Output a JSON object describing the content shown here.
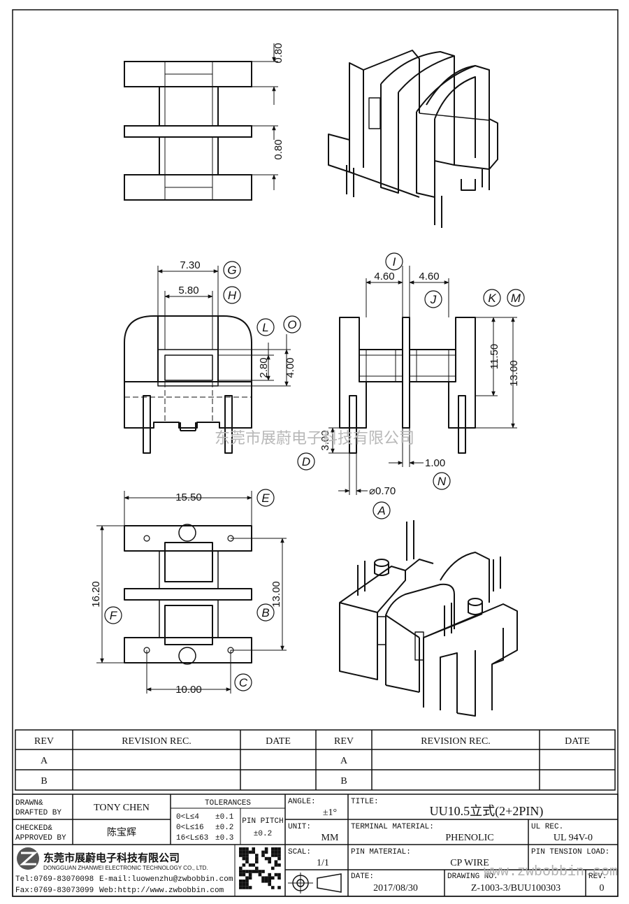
{
  "views": {
    "top": {
      "dims": [
        "0.80",
        "0.80"
      ]
    },
    "front": {
      "dims": [
        "7.30",
        "5.80",
        "2.80",
        "4.00"
      ],
      "labels": [
        "G",
        "H",
        "L",
        "O"
      ]
    },
    "side": {
      "dims": [
        "4.60",
        "4.60",
        "11.50",
        "13.00",
        "3.00",
        "1.00",
        "⌀0.70"
      ],
      "labels": [
        "I",
        "J",
        "K",
        "M",
        "D",
        "N",
        "A"
      ]
    },
    "bottom": {
      "dims": [
        "15.50",
        "16.20",
        "13.00",
        "10.00"
      ],
      "labels": [
        "E",
        "F",
        "B",
        "C"
      ]
    }
  },
  "watermark": {
    "company": "东莞市展蔚电子科技有限公司",
    "site": "www.zwbobbin.com"
  },
  "revision_table": {
    "headers": [
      "REV",
      "REVISION REC.",
      "DATE",
      "REV",
      "REVISION REC.",
      "DATE"
    ],
    "rows": [
      [
        "A",
        "",
        "",
        "A",
        "",
        ""
      ],
      [
        "B",
        "",
        "",
        "B",
        "",
        ""
      ]
    ]
  },
  "title_block": {
    "drawn_label": "DRAWN&",
    "drafted_label": "DRAFTED BY",
    "drawn_by": "TONY CHEN",
    "checked_label": "CHECKED&",
    "approved_label": "APPROVED BY",
    "approved_by": "陈宝辉",
    "tolerances_label": "TOLERANCES",
    "tolerances": [
      {
        "range": "0<L≤4",
        "tol": "±0.1"
      },
      {
        "range": "0<L≤16",
        "tol": "±0.2"
      },
      {
        "range": "16<L≤63",
        "tol": "±0.3"
      }
    ],
    "pin_pitch_label": "PIN PITCH",
    "pin_pitch": "±0.2",
    "angle_label": "ANGLE:",
    "angle": "±1°",
    "unit_label": "UNIT:",
    "unit": "MM",
    "scale_label": "SCAL:",
    "scale": "1/1",
    "title_label": "TITLE:",
    "title": "UU10.5立式(2+2PIN)",
    "terminal_material_label": "TERMINAL MATERIAL:",
    "terminal_material": "PHENOLIC",
    "ul_rec_label": "UL REC.",
    "ul_rec": "UL 94V-0",
    "pin_material_label": "PIN MATERIAL:",
    "pin_material": "CP WIRE",
    "pin_tension_label": "PIN TENSION LOAD:",
    "date_label": "DATE:",
    "date": "2017/08/30",
    "drawing_no_label": "DRAWING NO.",
    "drawing_no": "Z-1003-3/BUU100303",
    "rev_label": "REV.",
    "rev": "0",
    "company_cn": "东莞市展蔚电子科技有限公司",
    "company_en": "DONGGUAN ZHANWEI ELECTRONIC TECHNOLOGY CO., LTD.",
    "tel": "Tel:0769-83070098",
    "email": "E-mail:luowenzhu@zwbobbin.com",
    "fax": "Fax:0769-83073099",
    "web": "Web:http://www.zwbobbin.com"
  },
  "colors": {
    "line": "#111111",
    "watermark": "#b8b8b8"
  }
}
